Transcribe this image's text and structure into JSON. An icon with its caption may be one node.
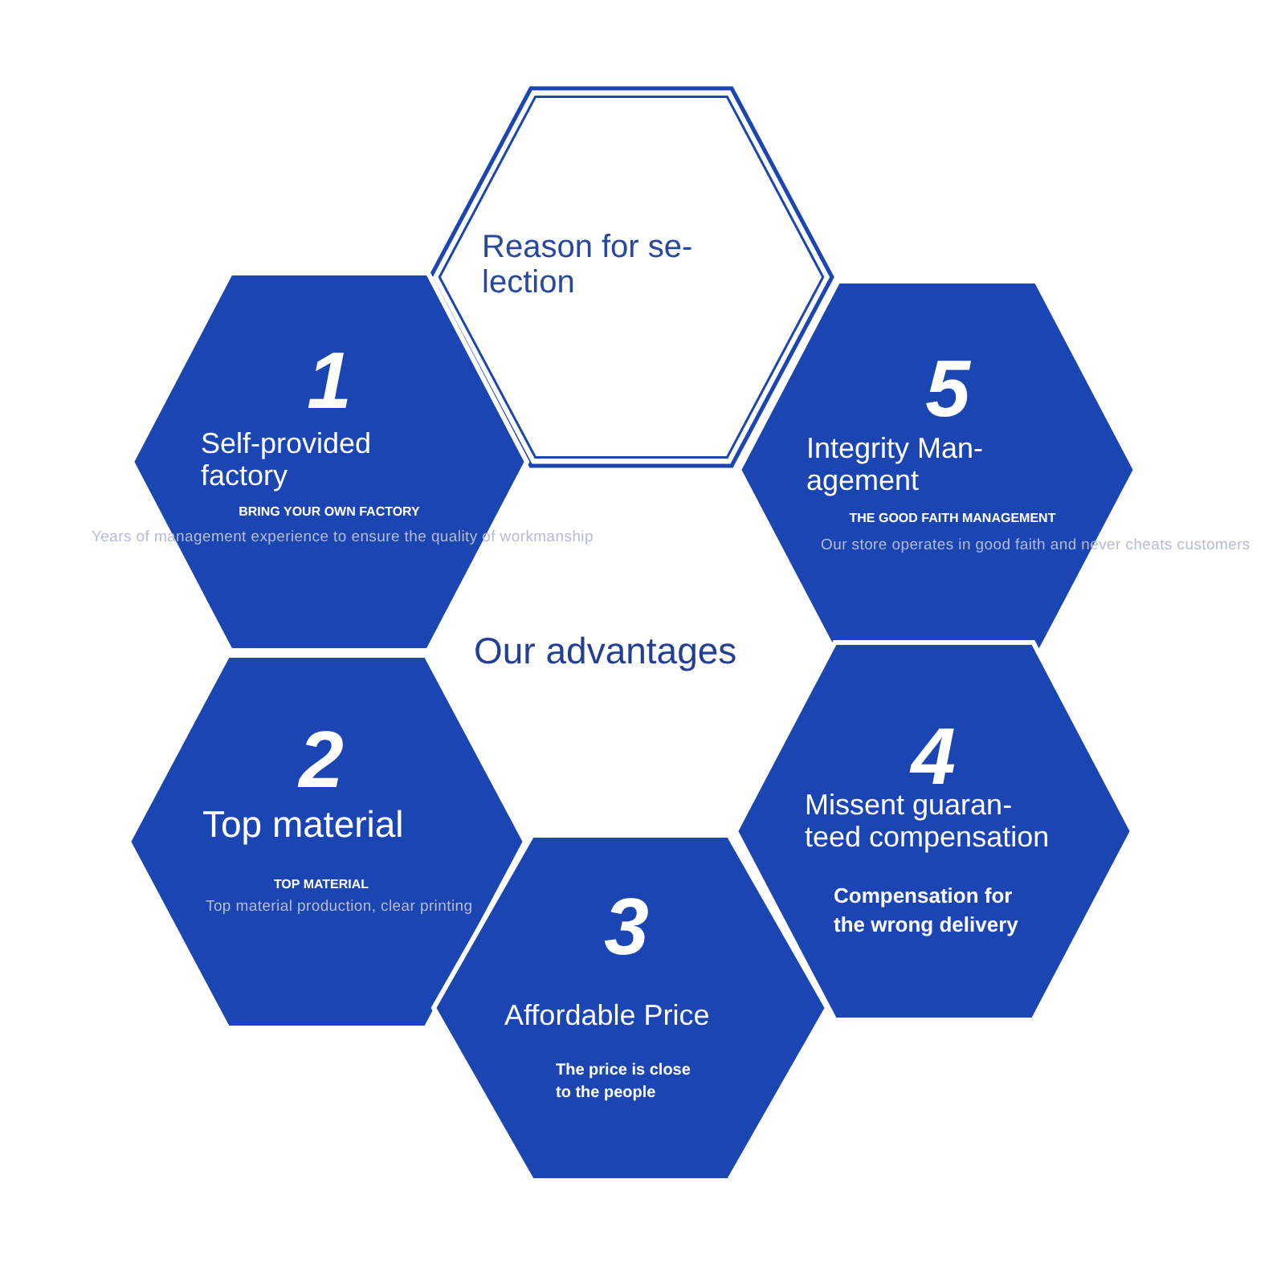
{
  "diagram": {
    "nodes": [
      {
        "text": [
          "Reason for se- lection"
        ]
      },
      {
        "text": [
          "1",
          "Self-provided factory",
          "BRING YOUR OWN FACTORY",
          "Years of management experience to ensure the quality of workmanship"
        ]
      },
      {
        "text": [
          "5",
          "Integrity Man- agement",
          "THE GOOD FAITH MANAGEMENT",
          "Our store operates in good faith and never cheats customers"
        ]
      },
      {
        "text": [
          "2",
          "Top material",
          "TOP MATERIAL",
          "Top material production, clear printing"
        ]
      },
      {
        "text": [
          "4",
          "Missent guaran- teed compensation",
          "Compensation for the wrong delivery"
        ]
      },
      {
        "text": [
          "3",
          "Affordable Price",
          "The price is close to the people"
        ]
      }
    ],
    "labels": [
      "Our advantages"
    ]
  }
}
